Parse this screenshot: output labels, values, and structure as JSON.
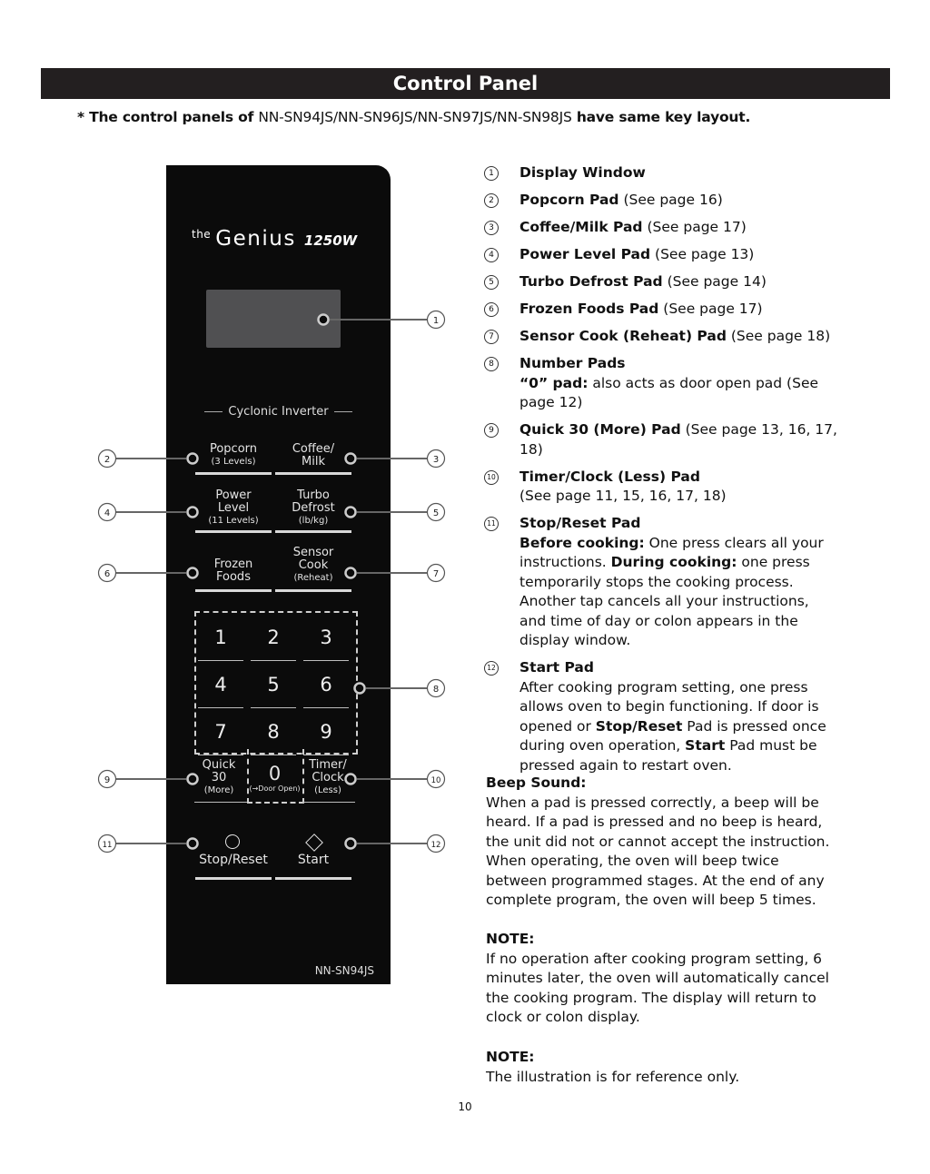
{
  "header": {
    "title": "Control Panel",
    "note_prefix": "* The control panels of",
    "models": "NN-SN94JS/NN-SN96JS/NN-SN97JS/NN-SN98JS",
    "note_suffix": "have same key layout."
  },
  "panel": {
    "brand_the": "the",
    "brand_name": "Genius",
    "brand_watt": "1250W",
    "series": "Cyclonic Inverter",
    "model": "NN-SN94JS",
    "pads": {
      "popcorn": {
        "l1": "Popcorn",
        "l2": "(3 Levels)"
      },
      "coffee": {
        "l1": "Coffee/",
        "l2": "Milk"
      },
      "power": {
        "l1": "Power",
        "l2": "Level",
        "l3": "(11 Levels)"
      },
      "turbo": {
        "l1": "Turbo",
        "l2": "Defrost",
        "l3": "(lb/kg)"
      },
      "frozen": {
        "l1": "Frozen",
        "l2": "Foods"
      },
      "sensor": {
        "l1": "Sensor",
        "l2": "Cook",
        "l3": "(Reheat)"
      },
      "quick": {
        "l1": "Quick",
        "l2": "30",
        "l3": "(More)"
      },
      "zero": {
        "l1": "0",
        "l2": "(→Door Open)"
      },
      "timer": {
        "l1": "Timer/",
        "l2": "Clock",
        "l3": "(Less)"
      },
      "stop": {
        "l1": "Stop/Reset"
      },
      "start": {
        "l1": "Start"
      }
    },
    "numbers": [
      "1",
      "2",
      "3",
      "4",
      "5",
      "6",
      "7",
      "8",
      "9"
    ]
  },
  "callout_numbers": [
    "1",
    "2",
    "3",
    "4",
    "5",
    "6",
    "7",
    "8",
    "9",
    "10",
    "11",
    "12"
  ],
  "items": [
    {
      "n": "1",
      "title": "Display Window"
    },
    {
      "n": "2",
      "title": "Popcorn Pad",
      "ref": "(See page 16)"
    },
    {
      "n": "3",
      "title": "Coffee/Milk Pad",
      "ref": "(See page 17)"
    },
    {
      "n": "4",
      "title": "Power Level Pad",
      "ref": "(See page 13)"
    },
    {
      "n": "5",
      "title": "Turbo Defrost Pad",
      "ref": "(See page 14)"
    },
    {
      "n": "6",
      "title": "Frozen Foods Pad",
      "ref": "(See page 17)"
    },
    {
      "n": "7",
      "title": "Sensor Cook (Reheat) Pad",
      "ref": "(See page 18)"
    },
    {
      "n": "8",
      "title": "Number Pads",
      "sub_bold": "“0” pad:",
      "sub_text": "also acts as door open pad (See page 12)"
    },
    {
      "n": "9",
      "title": "Quick 30 (More) Pad",
      "ref": "(See page 13, 16, 17, 18)"
    },
    {
      "n": "10",
      "title": "Timer/Clock (Less) Pad",
      "sub_text": "(See page 11, 15, 16, 17, 18)"
    },
    {
      "n": "11",
      "title": "Stop/Reset Pad",
      "b1": "Before cooking:",
      "t1": "One press clears all your instructions.",
      "b2": "During cooking:",
      "t2": "one press temporarily stops the cooking process. Another tap cancels all your instructions, and time of day or colon appears in the display window."
    },
    {
      "n": "12",
      "title": "Start Pad",
      "t1": "After cooking program setting, one press allows oven to begin functioning. If door is opened or",
      "b1": "Stop/Reset",
      "t2": "Pad is pressed once during oven operation,",
      "b2": "Start",
      "t3": "Pad must be pressed again to restart oven."
    }
  ],
  "beep": {
    "title": "Beep Sound:",
    "text": "When a pad is pressed correctly, a beep will be heard. If a pad is pressed and no beep is heard, the unit did not or cannot accept the instruction. When operating, the oven will beep twice between programmed stages. At the end of any complete program, the oven will beep 5 times."
  },
  "note1": {
    "title": "NOTE:",
    "text": "If no operation after cooking program setting, 6 minutes later, the oven will automatically cancel the cooking program. The display will return to clock or colon display."
  },
  "note2": {
    "title": "NOTE:",
    "text": "The illustration is for reference only."
  },
  "page_number": "10"
}
